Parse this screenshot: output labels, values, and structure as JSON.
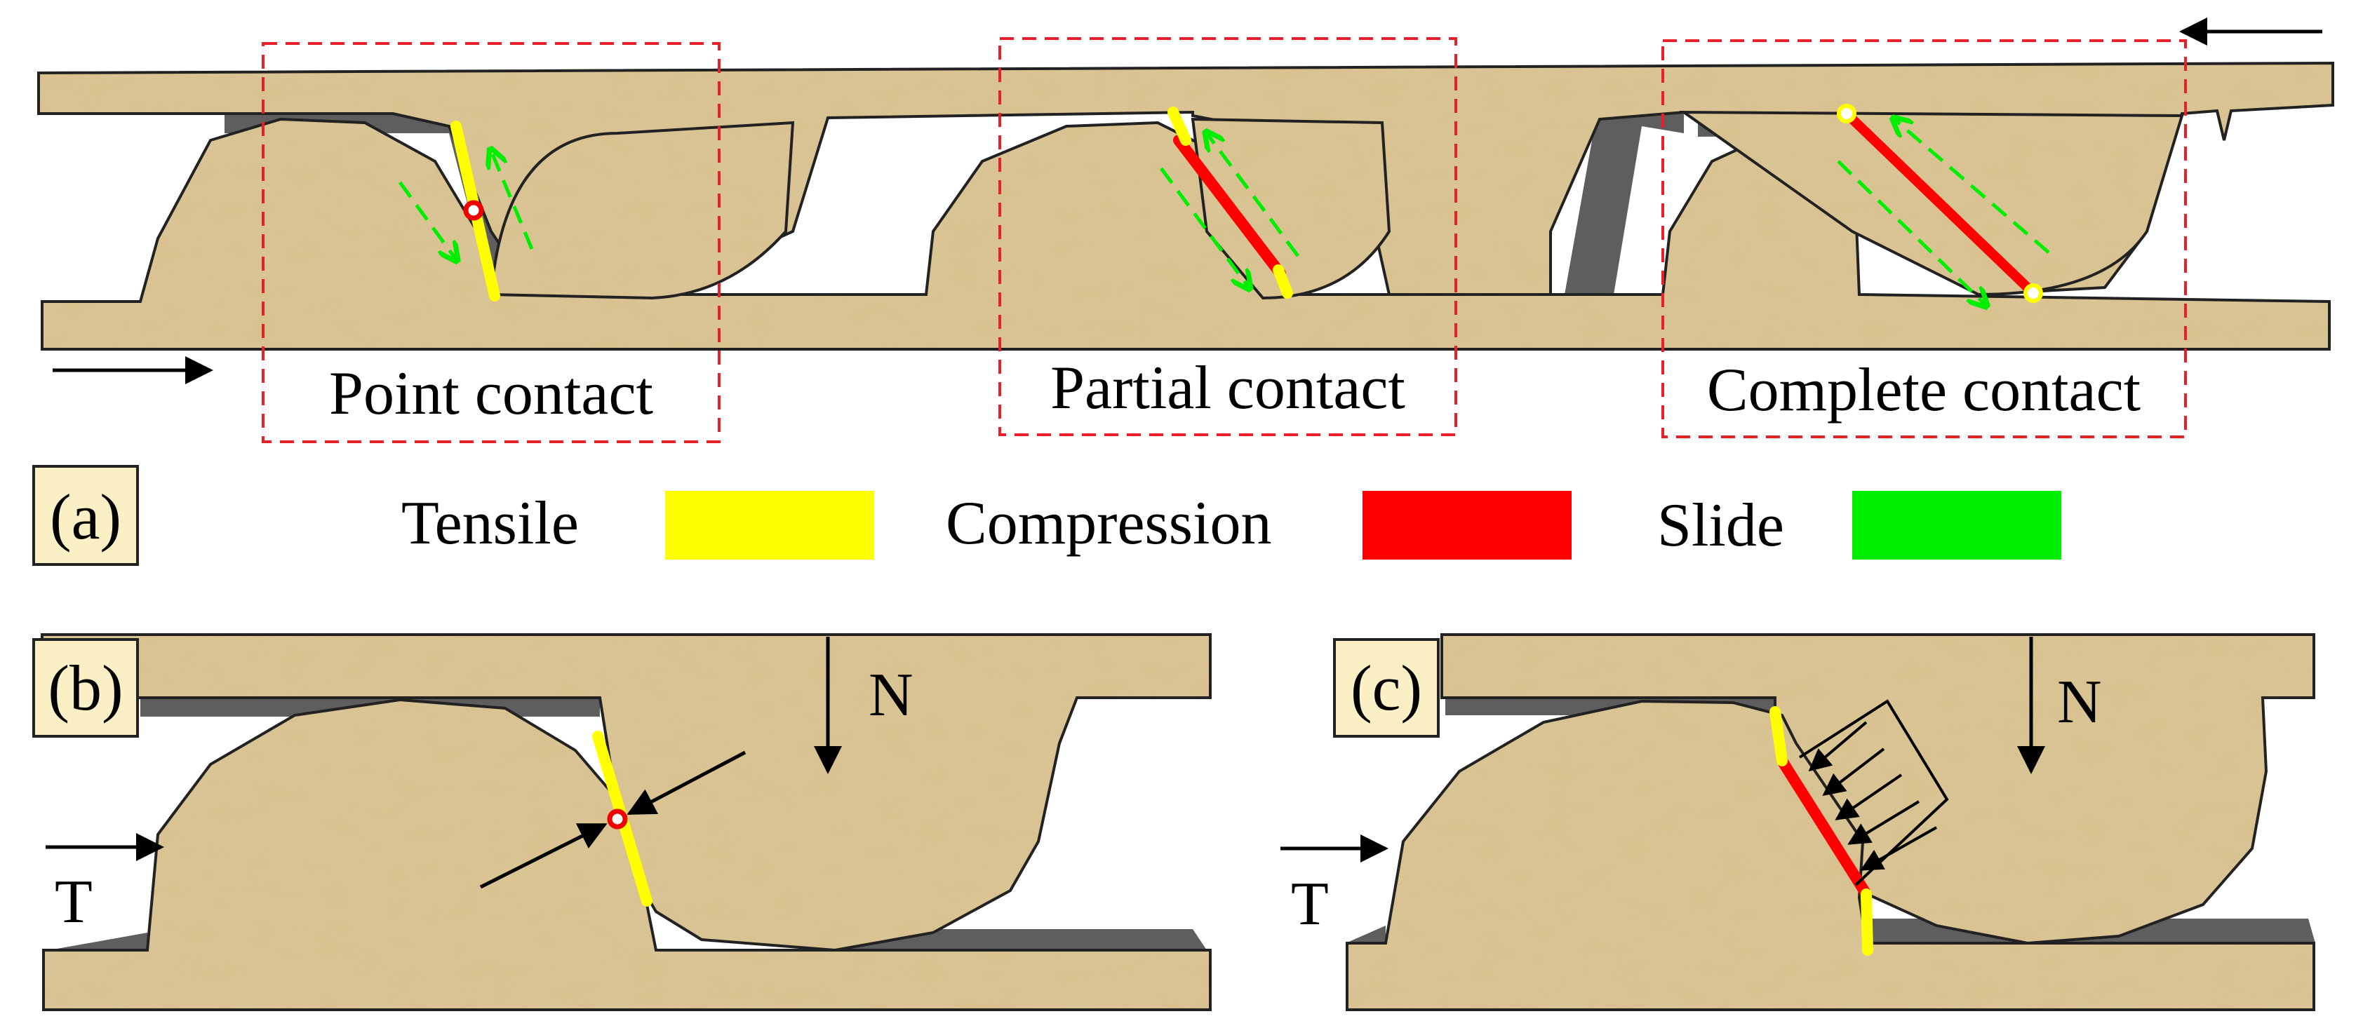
{
  "panel_a": {
    "label": "(a)",
    "contacts": [
      "Point contact",
      "Partial contact",
      "Complete contact"
    ]
  },
  "legend": {
    "items": [
      {
        "label": "Tensile",
        "color": "#ffff00"
      },
      {
        "label": "Compression",
        "color": "#ff0000"
      },
      {
        "label": "Slide",
        "color": "#00ee00"
      }
    ]
  },
  "panel_b": {
    "label": "(b)",
    "force_normal": "N",
    "force_tangential": "T"
  },
  "panel_c": {
    "label": "(c)",
    "force_normal": "N",
    "force_tangential": "T"
  },
  "colors": {
    "wood": "#d8c08c",
    "wood_light": "#e6d3a3",
    "wood_dark": "#b99c63",
    "shadow": "#5e5e5e",
    "dashed_box": "#e8202a",
    "label_box": "#fbefc6"
  }
}
